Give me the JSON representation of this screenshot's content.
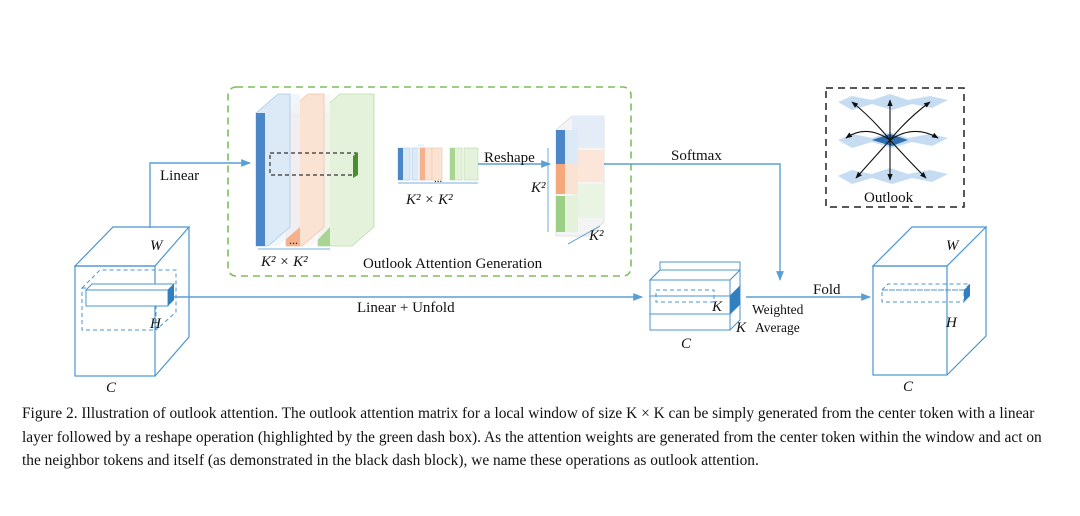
{
  "labels": {
    "linear": "Linear",
    "reshape": "Reshape",
    "softmax": "Softmax",
    "linear_unfold": "Linear + Unfold",
    "fold": "Fold",
    "outlook": "Outlook",
    "outlook_attention_generation": "Outlook Attention Generation",
    "weighted": "Weighted",
    "average": "Average",
    "ellipsis": "..."
  },
  "math": {
    "k2_times_k2": "K² × K²",
    "k2": "K²",
    "k": "K",
    "w": "W",
    "h": "H",
    "c": "C"
  },
  "colors": {
    "arrow": "#5a9fd4",
    "cube_edge": "#4a95d0",
    "blue": "#4a86c8",
    "orange": "#f4a87c",
    "green": "#9ccf86",
    "light_blue": "#dce9f7",
    "light_orange": "#fbe3d3",
    "light_green": "#e4f2dc",
    "green_dash": "#7cbf5a",
    "black_dash": "#222222"
  },
  "caption": {
    "text": "Figure 2. Illustration of outlook attention. The outlook attention matrix for a local window of size K × K can be simply generated from the center token with a linear layer followed by a reshape operation (highlighted by the green dash box). As the attention weights are generated from the center token within the window and act on the neighbor tokens and itself (as demonstrated in the black dash block), we name these operations as outlook attention."
  }
}
